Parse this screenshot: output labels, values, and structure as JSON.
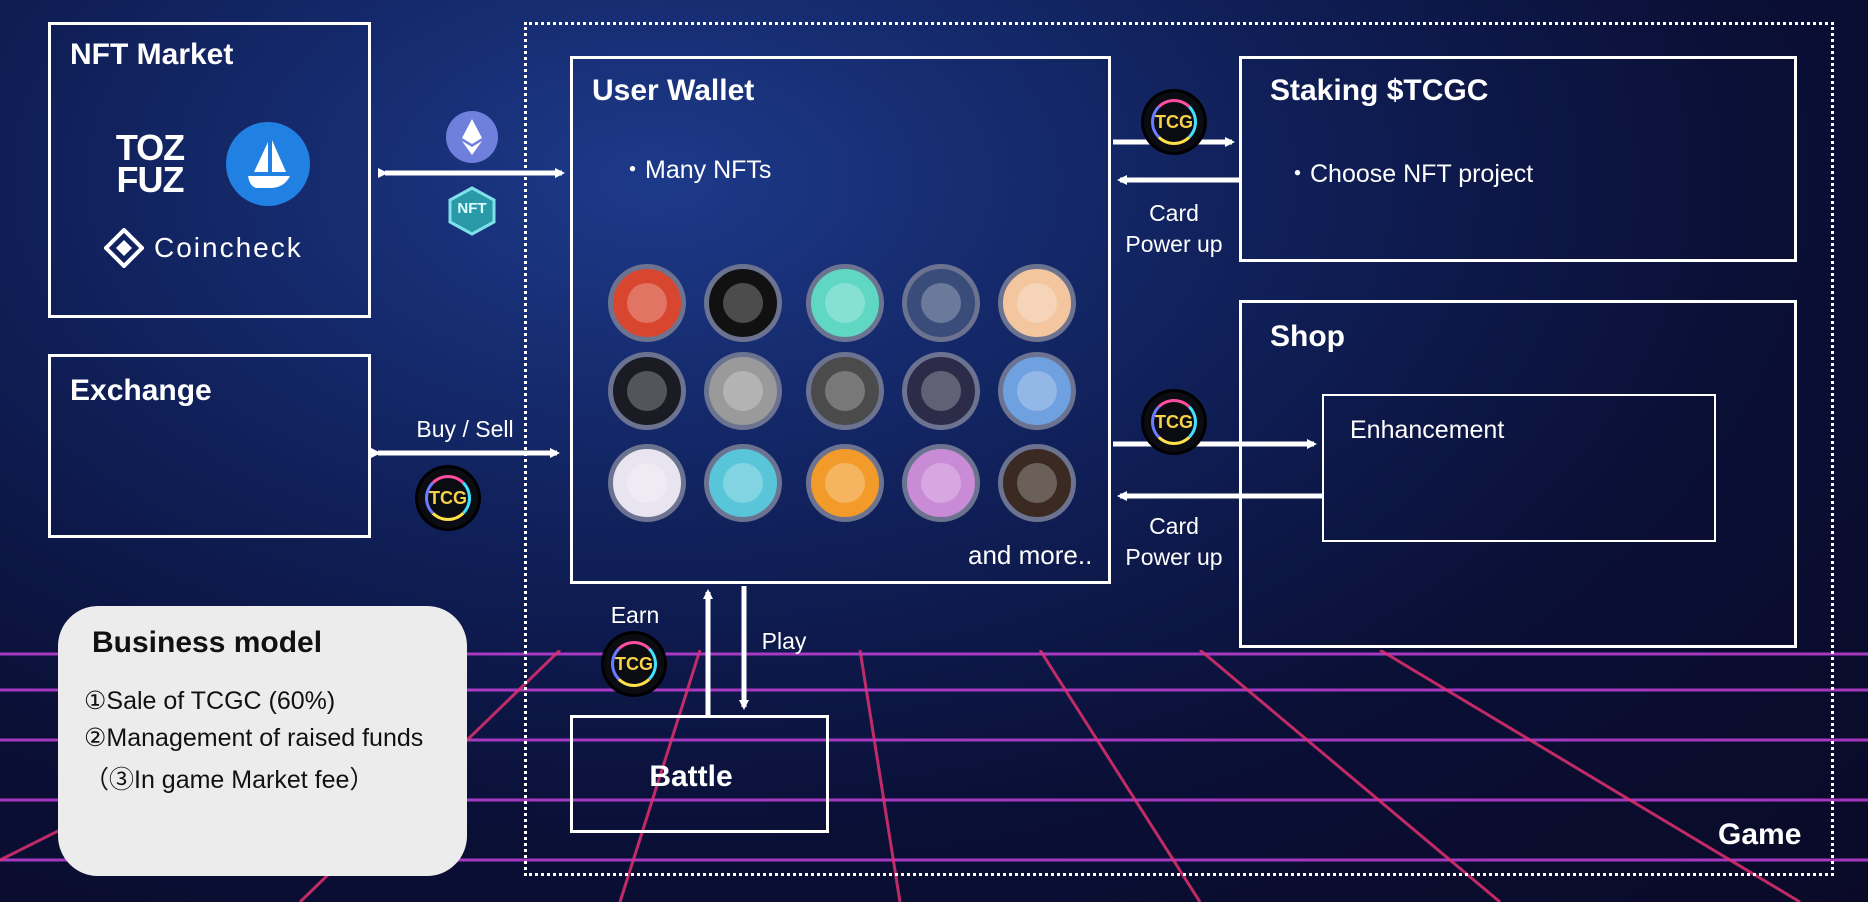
{
  "nft_market": {
    "title": "NFT Market",
    "logo_tozfuz": "TOZ FUZ",
    "logo_coincheck": "Coincheck",
    "opensea_icon": "opensea-ship-icon",
    "eth_icon": "ethereum-icon",
    "nft_badge": "NFT"
  },
  "exchange": {
    "title": "Exchange",
    "arrow_label": "Buy / Sell"
  },
  "wallet": {
    "title": "User Wallet",
    "bullet": "・Many NFTs",
    "more": "and more.."
  },
  "staking": {
    "title": "Staking $TCGC",
    "bullet": "・Choose NFT project",
    "label_line1": "Card",
    "label_line2": "Power up"
  },
  "shop": {
    "title": "Shop",
    "enhancement": "Enhancement",
    "label_line1": "Card",
    "label_line2": "Power up"
  },
  "battle": {
    "title": "Battle",
    "earn": "Earn",
    "play": "Play"
  },
  "game": {
    "label": "Game"
  },
  "token": {
    "label": "TCG"
  },
  "business": {
    "title": "Business model",
    "lines": [
      "①Sale of TCGC (60%)",
      "②Management of raised funds",
      "（③In game Market fee）"
    ]
  },
  "nft_avatars": [
    {
      "color": "#d9462f"
    },
    {
      "color": "#111111"
    },
    {
      "color": "#5fd7c3"
    },
    {
      "color": "#3a4c7a"
    },
    {
      "color": "#f3c6a0"
    },
    {
      "color": "#1b1b24"
    },
    {
      "color": "#9a9a9a"
    },
    {
      "color": "#4b4b4b"
    },
    {
      "color": "#2c2c48"
    },
    {
      "color": "#6fa0e0"
    },
    {
      "color": "#e8e4f0"
    },
    {
      "color": "#58c6d8"
    },
    {
      "color": "#f29b2a"
    },
    {
      "color": "#c98ad6"
    },
    {
      "color": "#3a2a22"
    }
  ]
}
